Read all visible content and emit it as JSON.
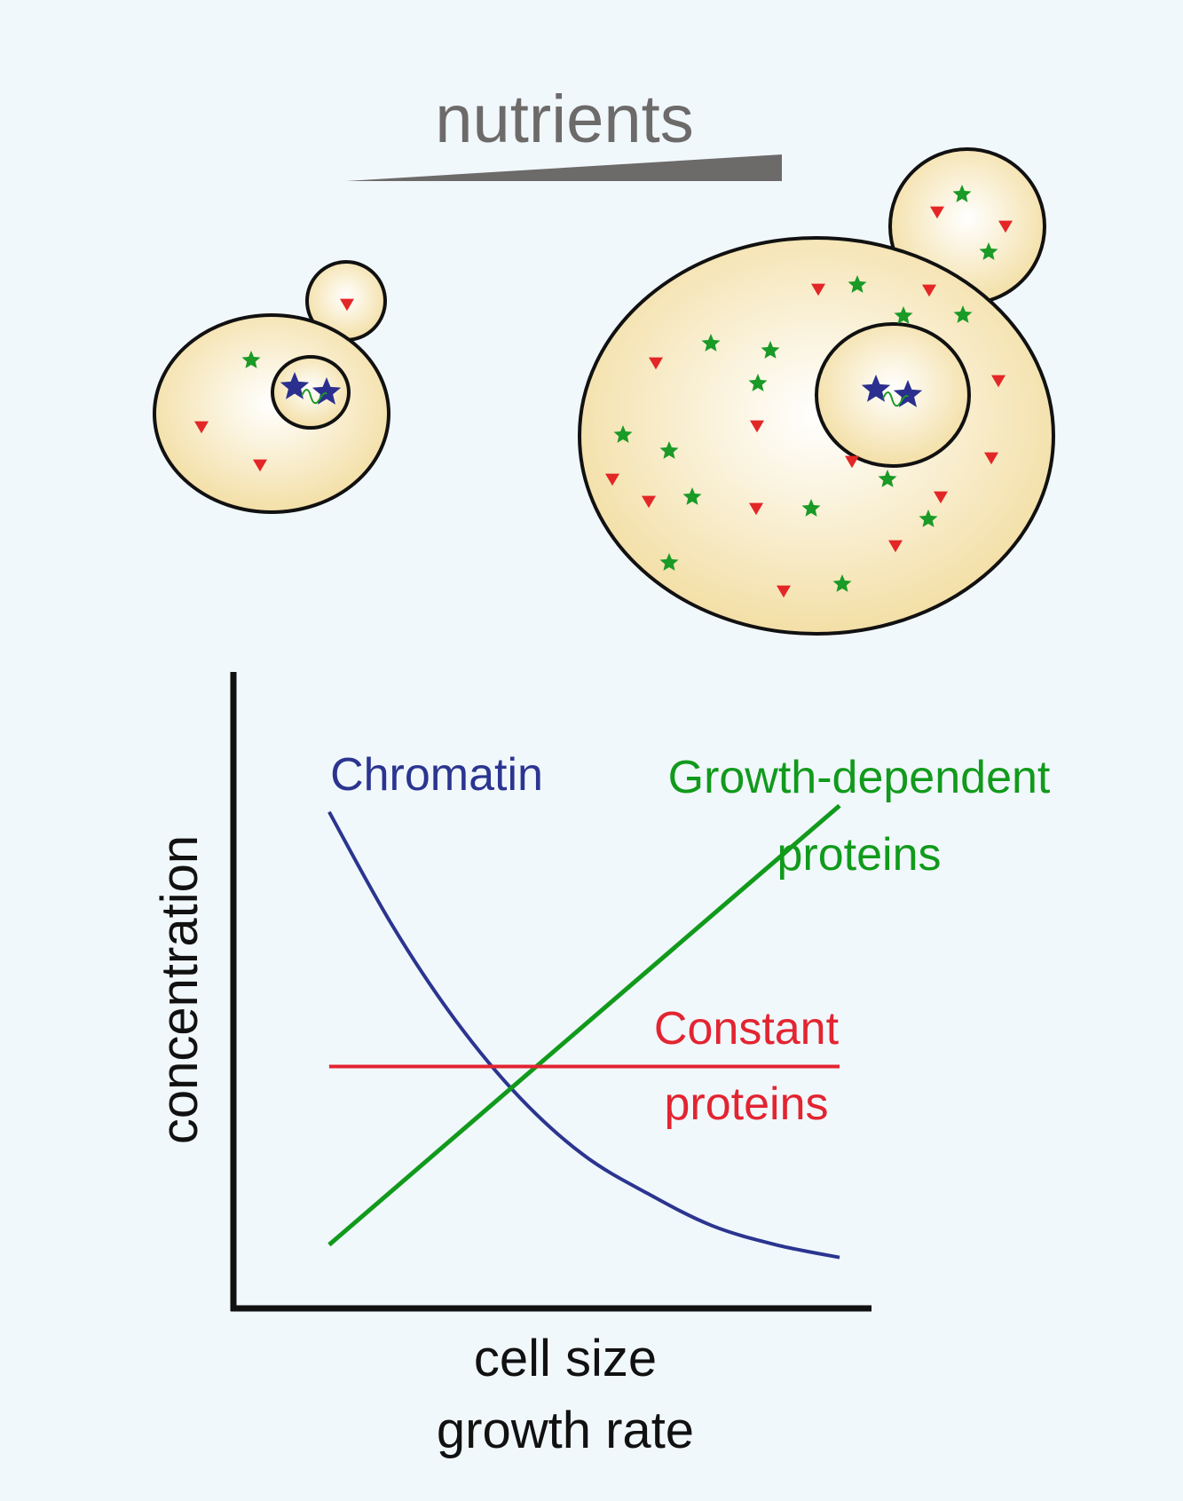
{
  "header": {
    "title": "nutrients",
    "title_color": "#6d6a6a",
    "wedge_color": "#6d6a6a"
  },
  "cells": {
    "cytoplasm_center_color": "#ffffff",
    "cytoplasm_edge_color": "#f3dfa6",
    "outline_color": "#111111",
    "marker_colors": {
      "growth_dependent": "#1a9a26",
      "constant": "#e32626",
      "chromatin": "#2b2f8e"
    },
    "small_cell": {
      "growth_dependent_markers": 1,
      "constant_markers": 3
    },
    "large_cell": {
      "growth_dependent_markers": 16,
      "constant_markers": 15
    }
  },
  "chart_data": {
    "type": "line",
    "xlabel": [
      "cell size",
      "growth rate"
    ],
    "ylabel": "concentration",
    "axis_ticks": false,
    "xlim": [
      0,
      100
    ],
    "ylim": [
      0,
      100
    ],
    "series": [
      {
        "name": "Chromatin",
        "label_lines": [
          "Chromatin"
        ],
        "color": "#2b3590",
        "x": [
          15,
          25,
          35,
          45,
          55,
          65,
          75,
          85,
          95
        ],
        "y": [
          78,
          60,
          45,
          33,
          24,
          18,
          13,
          10,
          8
        ]
      },
      {
        "name": "Growth-dependent proteins",
        "label_lines": [
          "Growth-dependent",
          "proteins"
        ],
        "color": "#119a1b",
        "x": [
          15,
          95
        ],
        "y": [
          10,
          79
        ]
      },
      {
        "name": "Constant proteins",
        "label_lines": [
          "Constant",
          "proteins"
        ],
        "color": "#e32431",
        "x": [
          15,
          95
        ],
        "y": [
          38,
          38
        ]
      }
    ]
  }
}
